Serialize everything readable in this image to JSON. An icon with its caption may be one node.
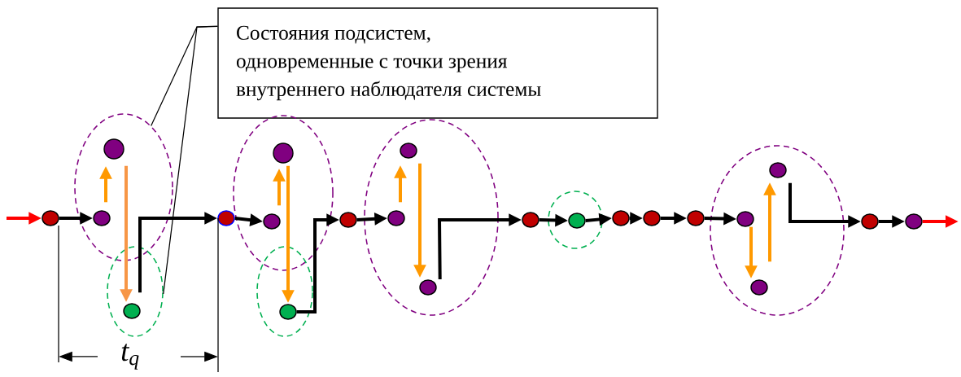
{
  "diagram": {
    "nodes": [
      {
        "text": [
          "Состояния подсистем, одновременные с точки зрения внутреннего наблюдателя системы"
        ]
      },
      {
        "text": [],
        "shape": "circle"
      },
      {
        "text": [],
        "shape": "ellipse"
      },
      {
        "text": [],
        "shape": "circle",
        "in": 2
      },
      {
        "text": [],
        "shape": "circle",
        "in": 2
      },
      {
        "text": [],
        "shape": "ellipse"
      },
      {
        "text": [],
        "shape": "circle",
        "in": 5
      },
      {
        "text": [],
        "shape": "circle"
      },
      {
        "text": [],
        "shape": "ellipse"
      },
      {
        "text": [],
        "shape": "circle",
        "in": 8
      },
      {
        "text": [],
        "shape": "circle",
        "in": 8
      },
      {
        "text": [],
        "shape": "ellipse"
      },
      {
        "text": [],
        "shape": "circle",
        "in": 11
      },
      {
        "text": [],
        "shape": "circle"
      },
      {
        "text": [],
        "shape": "ellipse"
      },
      {
        "text": [],
        "shape": "circle",
        "in": 14
      },
      {
        "text": [],
        "shape": "circle",
        "in": 14
      },
      {
        "text": [],
        "shape": "circle",
        "in": 14
      },
      {
        "text": [],
        "shape": "circle"
      },
      {
        "text": [],
        "shape": "ellipse"
      },
      {
        "text": [],
        "shape": "circle",
        "in": 19
      },
      {
        "text": [],
        "shape": "circle"
      },
      {
        "text": [],
        "shape": "circle"
      },
      {
        "text": [],
        "shape": "circle"
      },
      {
        "text": [],
        "shape": "ellipse"
      },
      {
        "text": [],
        "shape": "circle",
        "in": 24
      },
      {
        "text": [],
        "shape": "circle",
        "in": 24
      },
      {
        "text": [],
        "shape": "circle",
        "in": 24
      },
      {
        "text": [],
        "shape": "circle"
      },
      {
        "text": [],
        "shape": "circle"
      }
    ],
    "edges": [
      {
        "from": null,
        "to": 1,
        "arrow": "to",
        "color": "#ff0000"
      },
      {
        "from": 1,
        "to": 4,
        "arrow": "to"
      },
      {
        "from": 4,
        "to": 3,
        "arrow": "to",
        "color": "#ff9900"
      },
      {
        "from": 3,
        "to": 6,
        "arrow": "to",
        "color": "#f79646"
      },
      {
        "from": 6,
        "to": 7,
        "arrow": "to"
      },
      {
        "from": 7,
        "to": 10,
        "arrow": "to"
      },
      {
        "from": 10,
        "to": 9,
        "arrow": "to",
        "color": "#ff9900"
      },
      {
        "from": 9,
        "to": 12,
        "arrow": "to",
        "color": "#ff9900"
      },
      {
        "from": 12,
        "to": 13,
        "arrow": "to"
      },
      {
        "from": 13,
        "to": 16,
        "arrow": "to"
      },
      {
        "from": 16,
        "to": 15,
        "arrow": "to",
        "color": "#ff9900"
      },
      {
        "from": 15,
        "to": 17,
        "arrow": "to",
        "color": "#ff9900"
      },
      {
        "from": 17,
        "to": 18,
        "arrow": "to"
      },
      {
        "from": 18,
        "to": 20,
        "arrow": "to"
      },
      {
        "from": 20,
        "to": 21,
        "arrow": "to"
      },
      {
        "from": 21,
        "to": 22,
        "arrow": "to"
      },
      {
        "from": 22,
        "to": 23,
        "arrow": "to"
      },
      {
        "from": 23,
        "to": 26,
        "arrow": "to"
      },
      {
        "from": 26,
        "to": 27,
        "arrow": "to",
        "color": "#ff9900"
      },
      {
        "from": 27,
        "to": 25,
        "arrow": "to",
        "color": "#ff9900"
      },
      {
        "from": 25,
        "to": 28,
        "arrow": "to"
      },
      {
        "from": 28,
        "to": 29,
        "arrow": "to"
      },
      {
        "from": 29,
        "to": null,
        "arrow": "to",
        "color": "#ff0000"
      },
      {
        "from": 0,
        "to": 2,
        "arrow": "none"
      },
      {
        "from": 0,
        "to": 5,
        "arrow": "none"
      }
    ],
    "labels": [
      "t$_{q}$"
    ]
  }
}
